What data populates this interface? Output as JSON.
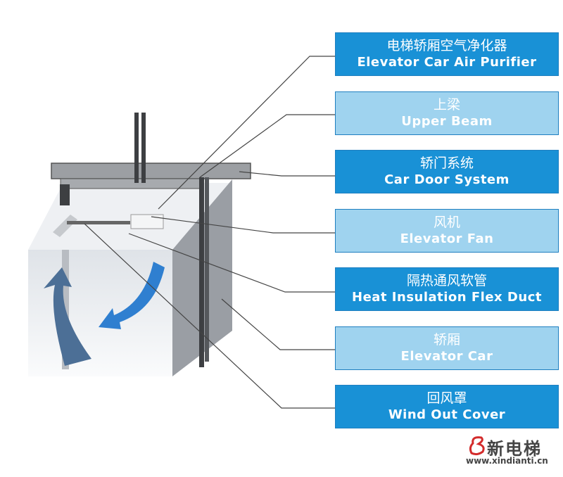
{
  "components": [
    {
      "zh": "电梯轿厢空气净化器",
      "en": "Elevator Car Air Purifier",
      "style": "dark"
    },
    {
      "zh": "上梁",
      "en": "Upper Beam",
      "style": "light"
    },
    {
      "zh": "轿门系统",
      "en": "Car Door System",
      "style": "dark"
    },
    {
      "zh": "风机",
      "en": "Elevator Fan",
      "style": "light"
    },
    {
      "zh": "隔热通风软管",
      "en": "Heat Insulation Flex Duct",
      "style": "dark"
    },
    {
      "zh": "轿厢",
      "en": "Elevator Car",
      "style": "light"
    },
    {
      "zh": "回风罩",
      "en": "Wind Out Cover",
      "style": "dark"
    }
  ],
  "watermark": {
    "name": "新电梯",
    "url": "www.xindianti.cn"
  },
  "colors": {
    "dark": "#1991d6",
    "light": "#9fd3ef",
    "arrow": "#2f7fd0"
  }
}
